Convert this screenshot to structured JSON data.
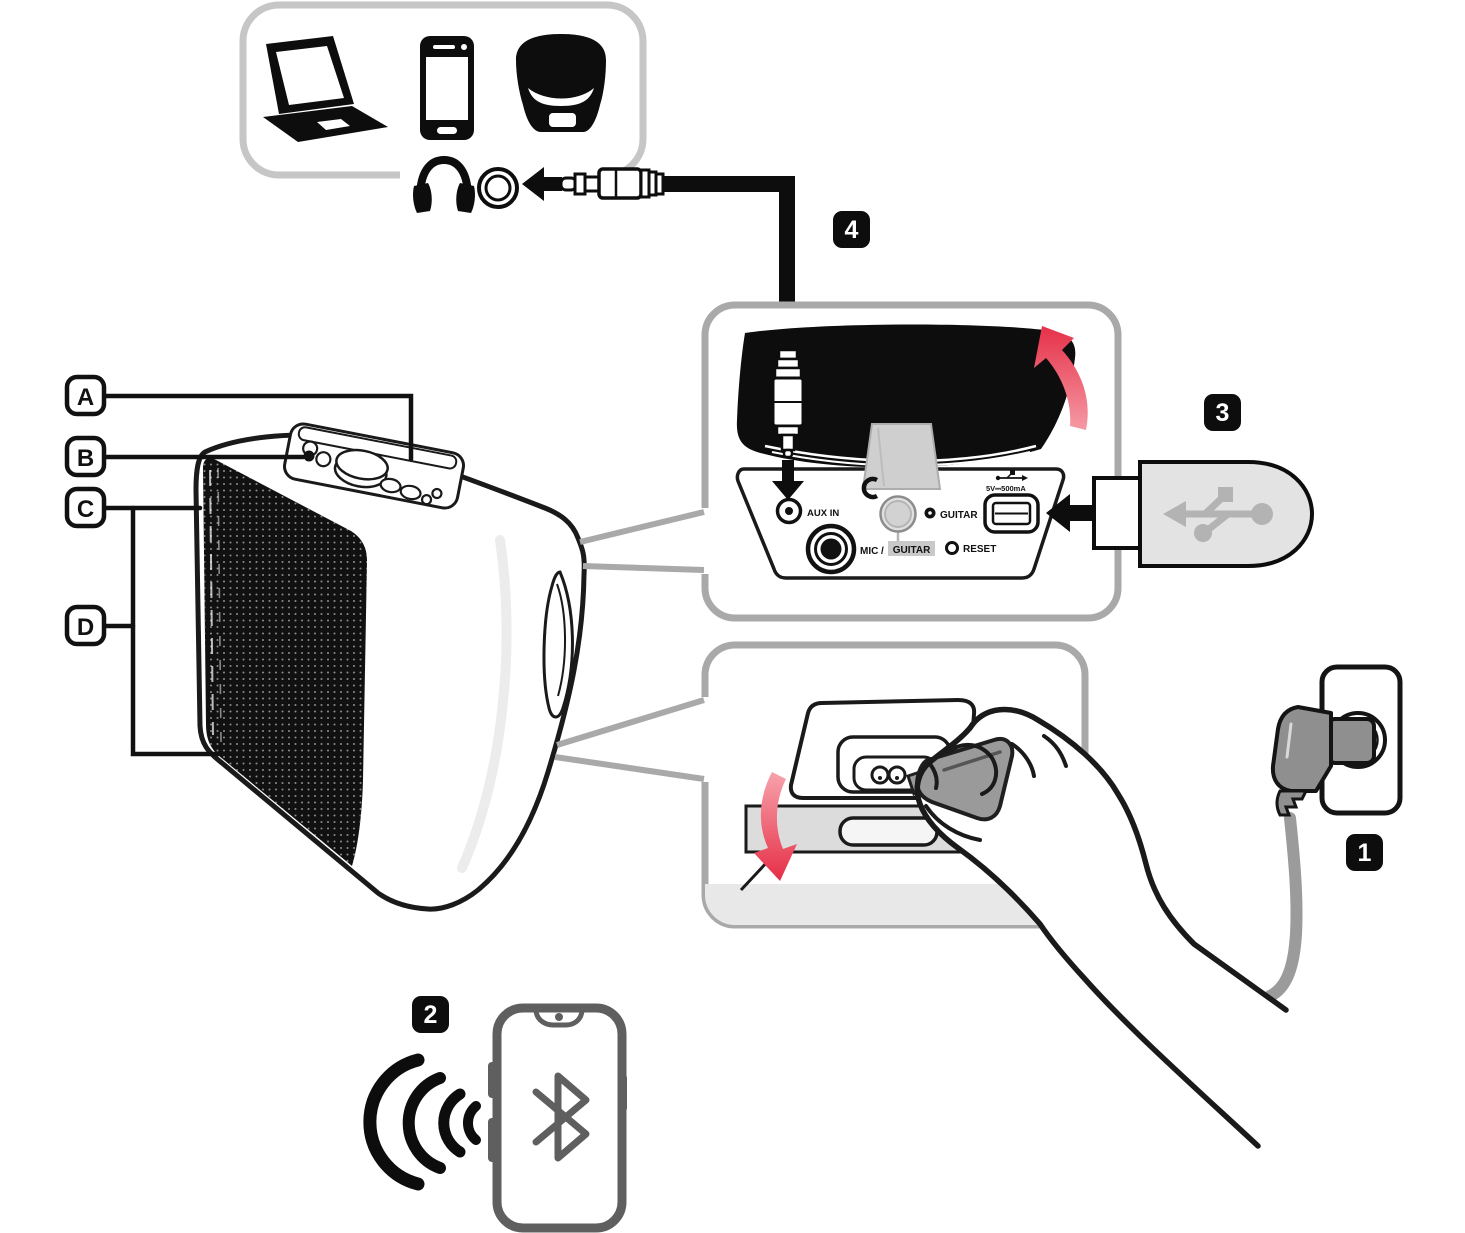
{
  "steps": {
    "one": "1",
    "two": "2",
    "three": "3",
    "four": "4"
  },
  "part_labels": {
    "a": "A",
    "b": "B",
    "c": "C",
    "d": "D"
  },
  "rear_panel": {
    "aux_in_label": "AUX IN",
    "mic_label": "MIC",
    "separator": "/",
    "guitar_shared_label": "GUITAR",
    "guitar_input_label": "GUITAR",
    "reset_label": "RESET",
    "usb_rating": "5V⎓500mA"
  },
  "icons": {
    "laptop": "laptop-icon",
    "smartphone": "smartphone-icon",
    "music_player": "music-player-icon",
    "headphones": "headphones-icon",
    "aux_port": "aux-port-ring-icon",
    "jack_35mm": "3.5mm-jack-icon",
    "usb_flash_drive": "usb-flash-drive-icon",
    "usb_symbol": "usb-trident-icon",
    "bluetooth": "bluetooth-icon",
    "wireless_waves": "wireless-waves-icon",
    "power_plug": "power-plug-icon",
    "wall_outlet": "wall-outlet-icon",
    "hand": "hand-illustration",
    "open_cover_arrow": "red-arrow-up",
    "unwind_cord_arrow": "red-arrow-down"
  },
  "colors": {
    "callout_border": "#a9a9a9",
    "accent_red": "#e63b50",
    "accent_red_light": "#f59aa5",
    "device_gray": "#8f8f8f",
    "phone_frame": "#5f5f5f",
    "usb_drive_body": "#e3e3e3",
    "usb_symbol_gray": "#b3b3b3",
    "strap_gray": "#cfcfcf",
    "knob_gray": "#d4d4d4"
  }
}
